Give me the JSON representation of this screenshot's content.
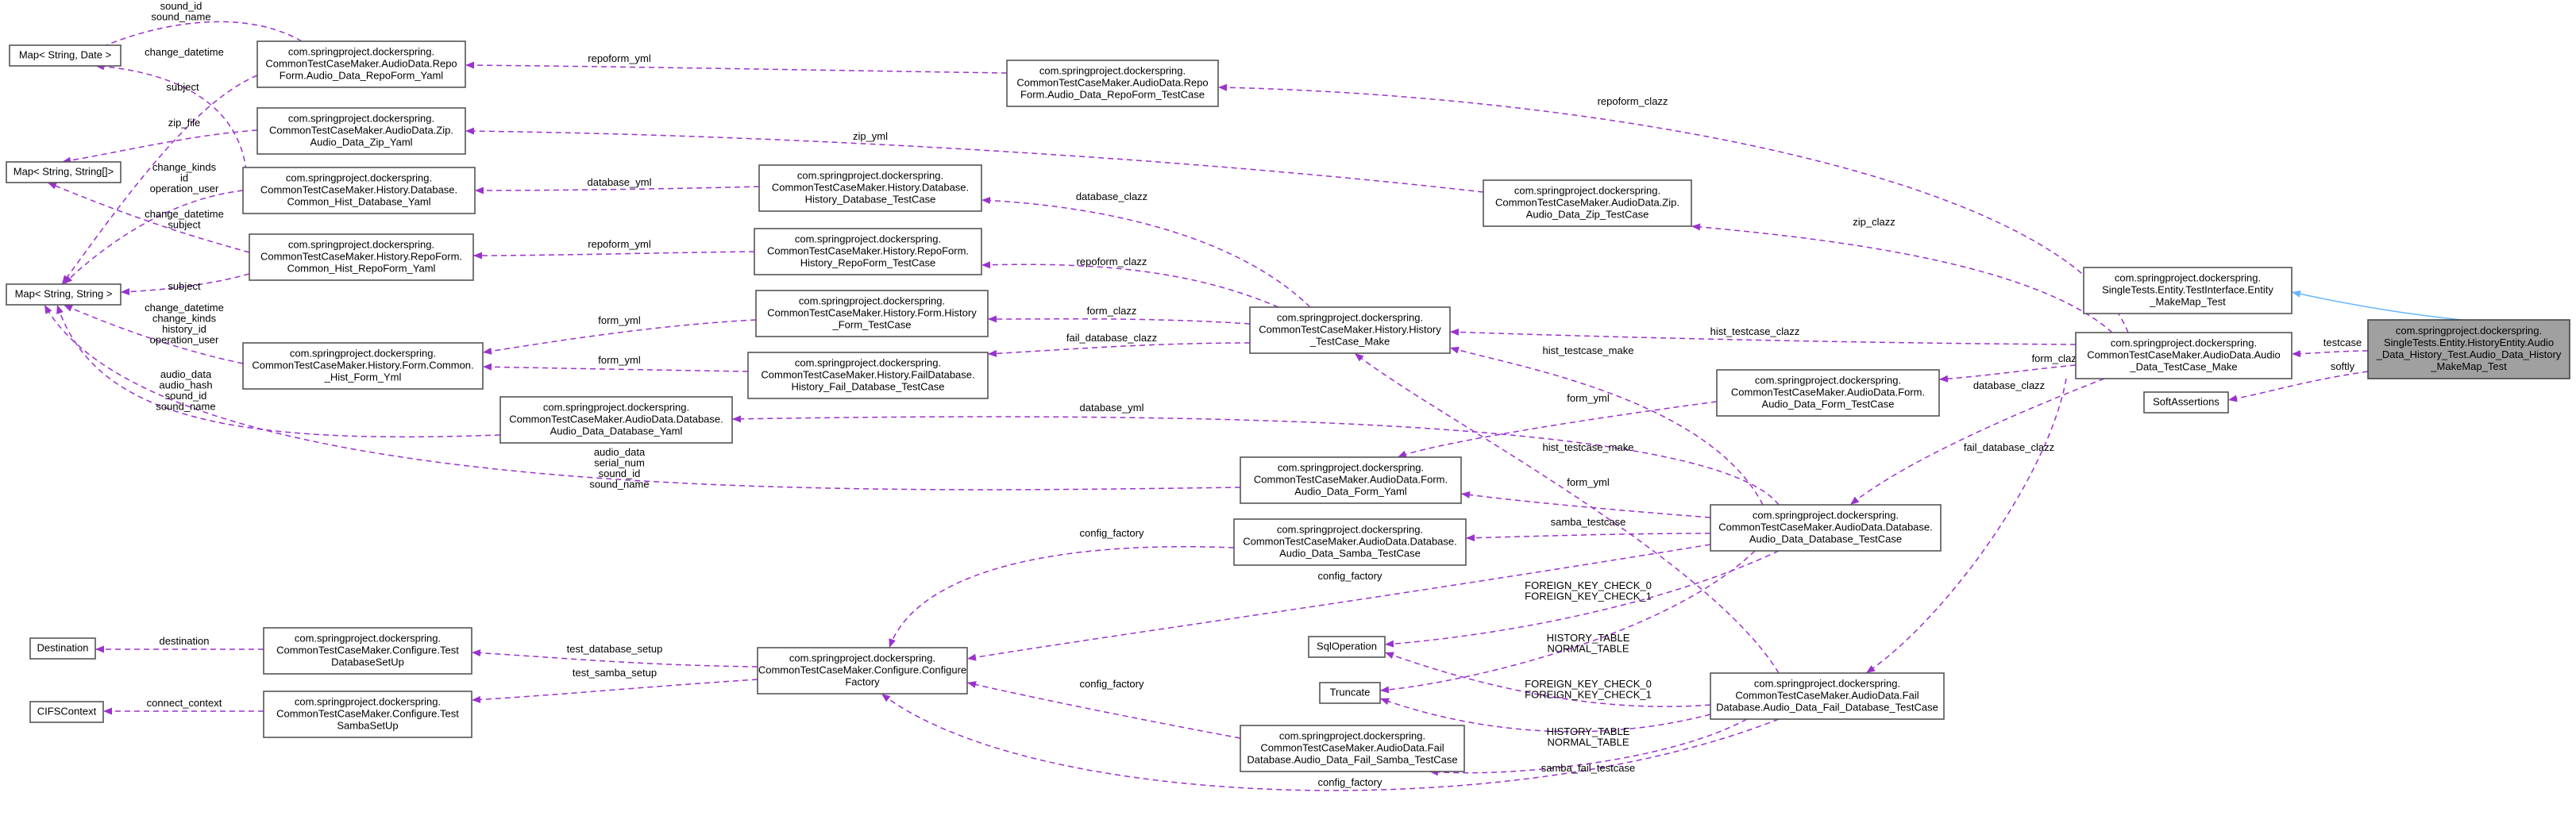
{
  "nodes": {
    "map_string_date": [
      "Map< String, Date >"
    ],
    "map_string_string_arr": [
      "Map< String, String[]>"
    ],
    "map_string_string": [
      "Map< String, String >"
    ],
    "destination": [
      "Destination"
    ],
    "cifs_context": [
      "CIFSContext"
    ],
    "sql_operation": [
      "SqlOperation"
    ],
    "truncate": [
      "Truncate"
    ],
    "soft_assertions": [
      "SoftAssertions"
    ],
    "repo_form_yaml": [
      "com.springproject.dockerspring.",
      "CommonTestCaseMaker.AudioData.Repo",
      "Form.Audio_Data_RepoForm_Yaml"
    ],
    "zip_yaml": [
      "com.springproject.dockerspring.",
      "CommonTestCaseMaker.AudioData.Zip.",
      "Audio_Data_Zip_Yaml"
    ],
    "hist_database_yaml": [
      "com.springproject.dockerspring.",
      "CommonTestCaseMaker.History.Database.",
      "Common_Hist_Database_Yaml"
    ],
    "hist_repoform_yaml": [
      "com.springproject.dockerspring.",
      "CommonTestCaseMaker.History.RepoForm.",
      "Common_Hist_RepoForm_Yaml"
    ],
    "hist_form_yml": [
      "com.springproject.dockerspring.",
      "CommonTestCaseMaker.History.Form.Common.",
      "_Hist_Form_Yml"
    ],
    "audio_database_yaml": [
      "com.springproject.dockerspring.",
      "CommonTestCaseMaker.AudioData.Database.",
      "Audio_Data_Database_Yaml"
    ],
    "test_database_setup": [
      "com.springproject.dockerspring.",
      "CommonTestCaseMaker.Configure.Test",
      "DatabaseSetUp"
    ],
    "test_samba_setup": [
      "com.springproject.dockerspring.",
      "CommonTestCaseMaker.Configure.Test",
      "SambaSetUp"
    ],
    "repoform_testcase": [
      "com.springproject.dockerspring.",
      "CommonTestCaseMaker.AudioData.Repo",
      "Form.Audio_Data_RepoForm_TestCase"
    ],
    "hist_database_testcase": [
      "com.springproject.dockerspring.",
      "CommonTestCaseMaker.History.Database.",
      "History_Database_TestCase"
    ],
    "hist_repoform_testcase": [
      "com.springproject.dockerspring.",
      "CommonTestCaseMaker.History.RepoForm.",
      "History_RepoForm_TestCase"
    ],
    "hist_form_testcase": [
      "com.springproject.dockerspring.",
      "CommonTestCaseMaker.History.Form.History",
      "_Form_TestCase"
    ],
    "hist_fail_database_testcase": [
      "com.springproject.dockerspring.",
      "CommonTestCaseMaker.History.FailDatabase.",
      "History_Fail_Database_TestCase"
    ],
    "history_testcase_make": [
      "com.springproject.dockerspring.",
      "CommonTestCaseMaker.History.History",
      "_TestCase_Make"
    ],
    "audio_form_yaml": [
      "com.springproject.dockerspring.",
      "CommonTestCaseMaker.AudioData.Form.",
      "Audio_Data_Form_Yaml"
    ],
    "audio_samba_testcase": [
      "com.springproject.dockerspring.",
      "CommonTestCaseMaker.AudioData.Database.",
      "Audio_Data_Samba_TestCase"
    ],
    "configure_factory": [
      "com.springproject.dockerspring.",
      "CommonTestCaseMaker.Configure.Configure",
      "Factory"
    ],
    "fail_samba_testcase": [
      "com.springproject.dockerspring.",
      "CommonTestCaseMaker.AudioData.Fail",
      "Database.Audio_Data_Fail_Samba_TestCase"
    ],
    "zip_testcase": [
      "com.springproject.dockerspring.",
      "CommonTestCaseMaker.AudioData.Zip.",
      "Audio_Data_Zip_TestCase"
    ],
    "audio_form_testcase": [
      "com.springproject.dockerspring.",
      "CommonTestCaseMaker.AudioData.Form.",
      "Audio_Data_Form_TestCase"
    ],
    "audio_database_testcase": [
      "com.springproject.dockerspring.",
      "CommonTestCaseMaker.AudioData.Database.",
      "Audio_Data_Database_TestCase"
    ],
    "audio_fail_database_testcase": [
      "com.springproject.dockerspring.",
      "CommonTestCaseMaker.AudioData.Fail",
      "Database.Audio_Data_Fail_Database_TestCase"
    ],
    "audio_testcase_make": [
      "com.springproject.dockerspring.",
      "CommonTestCaseMaker.AudioData.Audio",
      "_Data_TestCase_Make"
    ],
    "entity_makemap_test": [
      "com.springproject.dockerspring.",
      "SingleTests.Entity.TestInterface.Entity",
      "_MakeMap_Test"
    ],
    "audio_history_makemap_test": [
      "com.springproject.dockerspring.",
      "SingleTests.Entity.HistoryEntity.Audio",
      "_Data_History_Test.Audio_Data_History",
      "_MakeMap_Test"
    ]
  },
  "edge_labels": {
    "sound_id_name": [
      "sound_id",
      "sound_name"
    ],
    "change_datetime_1": [
      "change_datetime"
    ],
    "change_datetime_subject": [
      "change_datetime",
      "subject"
    ],
    "subject_1": [
      "subject"
    ],
    "zip_file": [
      "zip_file"
    ],
    "change_kinds_1": [
      "change_kinds",
      "id",
      "operation_user"
    ],
    "change_kinds_2": [
      "change_datetime",
      "change_kinds",
      "id",
      "operation_user"
    ],
    "subject_2": [
      "subject"
    ],
    "form_fields": [
      "change_datetime",
      "change_kinds",
      "history_id",
      "operation_user"
    ],
    "audio_fields_1": [
      "audio_data",
      "audio_hash",
      "sound_id",
      "sound_name"
    ],
    "audio_fields_2": [
      "audio_data",
      "serial_num",
      "sound_id",
      "sound_name"
    ],
    "repoform_yml_1": [
      "repoform_yml"
    ],
    "zip_yml": [
      "zip_yml"
    ],
    "database_yml_1": [
      "database_yml"
    ],
    "repoform_yml_2": [
      "repoform_yml"
    ],
    "form_yml_1": [
      "form_yml"
    ],
    "form_yml_2": [
      "form_yml"
    ],
    "database_yml_2": [
      "database_yml"
    ],
    "database_clazz_1": [
      "database_clazz"
    ],
    "repoform_clazz_1": [
      "repoform_clazz"
    ],
    "form_clazz_1": [
      "form_clazz"
    ],
    "fail_database_clazz_1": [
      "fail_database_clazz"
    ],
    "repoform_clazz_2": [
      "repoform_clazz"
    ],
    "zip_clazz": [
      "zip_clazz"
    ],
    "hist_testcase_clazz": [
      "hist_testcase_clazz"
    ],
    "hist_testcase_make_1": [
      "hist_testcase_make"
    ],
    "form_clazz_2": [
      "form_clazz"
    ],
    "database_clazz_2": [
      "database_clazz"
    ],
    "fail_database_clazz_2": [
      "fail_database_clazz"
    ],
    "form_yml_3": [
      "form_yml"
    ],
    "hist_testcase_make_2": [
      "hist_testcase_make"
    ],
    "form_yml_4": [
      "form_yml"
    ],
    "samba_testcase": [
      "samba_testcase"
    ],
    "config_factory_1": [
      "config_factory"
    ],
    "config_factory_2": [
      "config_factory"
    ],
    "foreign_key_1": [
      "FOREIGN_KEY_CHECK_0",
      "FOREIGN_KEY_CHECK_1"
    ],
    "history_table_1": [
      "HISTORY_TABLE",
      "NORMAL_TABLE"
    ],
    "foreign_key_2": [
      "FOREIGN_KEY_CHECK_0",
      "FOREIGN_KEY_CHECK_1"
    ],
    "history_table_2": [
      "HISTORY_TABLE",
      "NORMAL_TABLE"
    ],
    "samba_fail_testcase": [
      "samba_fail_testcase"
    ],
    "config_factory_3": [
      "config_factory"
    ],
    "config_factory_4": [
      "config_factory"
    ],
    "test_database_setup": [
      "test_database_setup"
    ],
    "test_samba_setup": [
      "test_samba_setup"
    ],
    "destination": [
      "destination"
    ],
    "connect_context": [
      "connect_context"
    ],
    "testcase": [
      "testcase"
    ],
    "softly": [
      "softly"
    ]
  },
  "colors": {
    "dependency_edge": "#9a32cd",
    "inheritance_edge": "#63b8ff",
    "node_border": "#555555",
    "highlighted_node_fill": "#a0a0a0"
  }
}
